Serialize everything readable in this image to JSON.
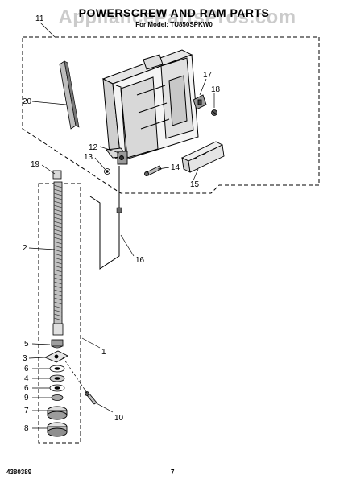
{
  "header": {
    "title": "POWERSCREW AND RAM PARTS",
    "subtitle": "For Model: TU850SPKW0",
    "watermark": "AppliancePartsPros.com"
  },
  "footer": {
    "doc_number": "4380389",
    "page_number": "7"
  },
  "callouts": [
    "11",
    "20",
    "17",
    "18",
    "12",
    "13",
    "14",
    "15",
    "19",
    "16",
    "2",
    "5",
    "3",
    "6",
    "4",
    "6",
    "9",
    "7",
    "8",
    "1",
    "10"
  ],
  "colors": {
    "line": "#000000",
    "shade": "#cfcfcf",
    "dark": "#555555"
  }
}
